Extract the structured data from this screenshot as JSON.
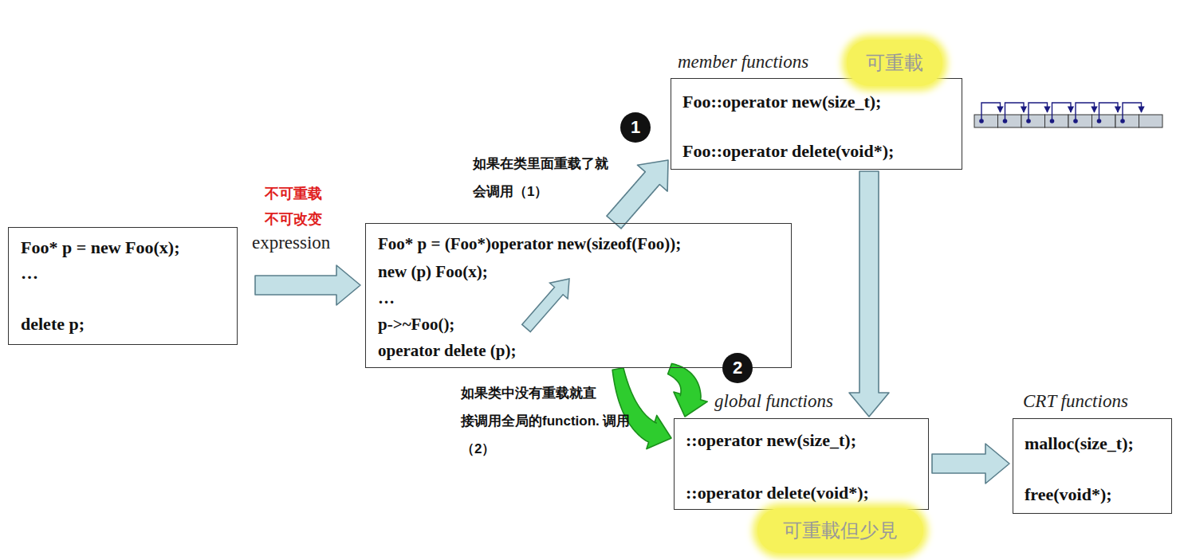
{
  "diagram": {
    "nodes": [
      {
        "text": [
          "Foo* p = new Foo(x);",
          "…",
          "delete p;"
        ]
      },
      {
        "text": [
          "Foo* p = (Foo*)operator new(sizeof(Foo));",
          "new (p) Foo(x);",
          "…",
          "p->~Foo();",
          "operator delete (p);"
        ]
      },
      {
        "text": [
          "member functions",
          "Foo::operator new(size_t);",
          "Foo::operator delete(void*);"
        ]
      },
      {
        "text": [
          "global functions",
          "::operator new(size_t);",
          "::operator delete(void*);"
        ]
      },
      {
        "text": [
          "CRT functions",
          "malloc(size_t);",
          "free(void*);"
        ]
      }
    ],
    "edges": [
      {
        "from": 0,
        "to": 1,
        "arrow": "to",
        "label": "expression"
      },
      {
        "from": 1,
        "to": 2,
        "arrow": "to"
      },
      {
        "from": 1,
        "to": 3,
        "arrow": "to"
      },
      {
        "from": 1,
        "to": 3,
        "arrow": "to"
      },
      {
        "from": 2,
        "to": 3,
        "arrow": "to"
      },
      {
        "from": 3,
        "to": 4,
        "arrow": "to"
      }
    ],
    "labels": [
      "不可重载",
      "不可改变",
      "如果在类里面重载了就 会调用（1）",
      "1",
      "如果类中没有重载就直 接调用全局的function. 调用（2）",
      "2",
      "可重載",
      "可重載但少見"
    ]
  }
}
